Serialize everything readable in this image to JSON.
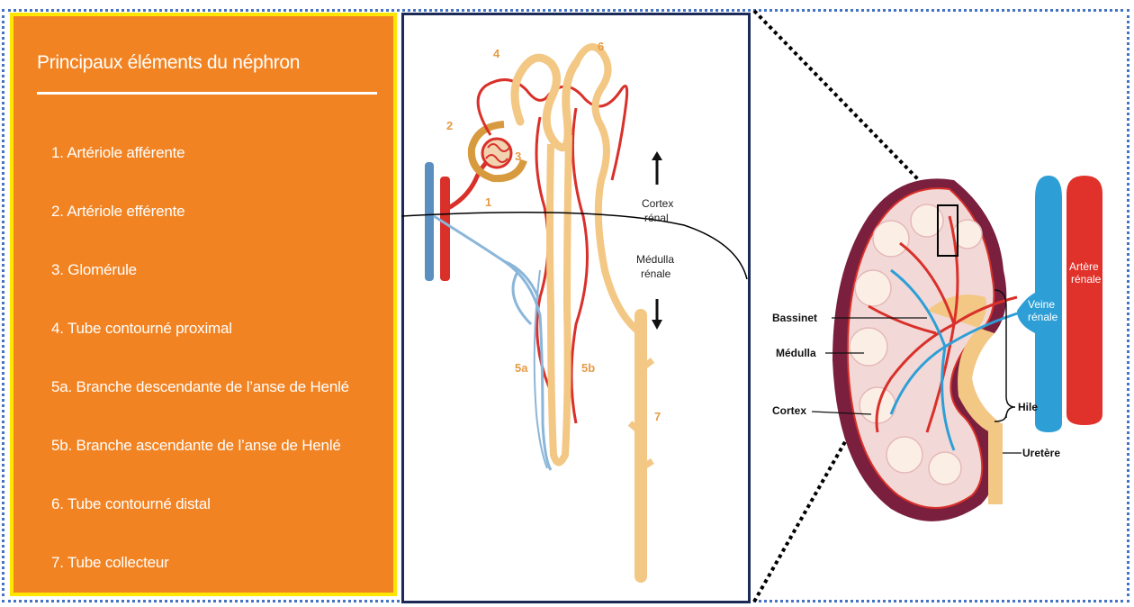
{
  "nephron_list": {
    "title": "Principaux éléments du néphron",
    "items": [
      "1.  Artériole afférente",
      "2.  Artériole efférente",
      "3.  Glomérule",
      "4.  Tube contourné proximal",
      "5a. Branche descendante de l’anse de Henlé",
      "5b. Branche ascendante de l’anse de Henlé",
      "6.  Tube contourné distal",
      "7.  Tube collecteur"
    ]
  },
  "nephron_diagram": {
    "numbers": {
      "n1": "1",
      "n2": "2",
      "n3": "3",
      "n4": "4",
      "n5a": "5a",
      "n5b": "5b",
      "n6": "6",
      "n7": "7"
    },
    "cortex_label_1": "Cortex",
    "cortex_label_2": "rénal",
    "medulla_label_1": "Médulla",
    "medulla_label_2": "rénale"
  },
  "kidney_diagram": {
    "labels": {
      "bassinet": "Bassinet",
      "medulla": "Médulla",
      "cortex": "Cortex",
      "hile": "Hile",
      "uretere": "Uretère",
      "artere_1": "Artère",
      "artere_2": "rénale",
      "veine_1": "Veine",
      "veine_2": "rénale"
    }
  },
  "colors": {
    "orange_panel": "#f28322",
    "yellow_border": "#ffe600",
    "blue_dotted": "#4472c4",
    "navy_border": "#1b2a57",
    "artery_red": "#e0312a",
    "vein_blue": "#2e9fd6",
    "tubule_tan": "#f3c784"
  }
}
